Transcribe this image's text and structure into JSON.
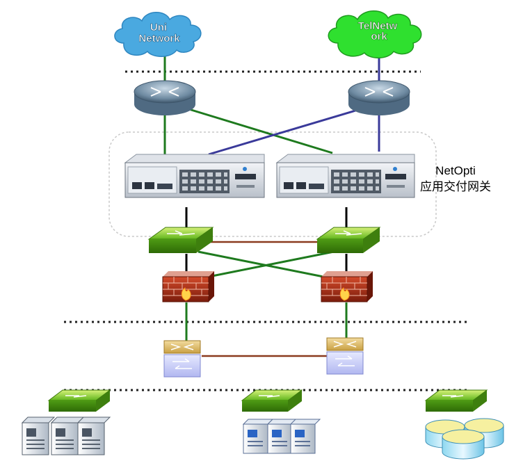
{
  "clouds": {
    "left": {
      "line1": "Uni",
      "line2": "Network",
      "color": "#4aa9e0"
    },
    "right": {
      "line1": "TelNetw",
      "line2": "ork",
      "color": "#2fe02f"
    }
  },
  "appliance_label": {
    "line1": "NetOpti",
    "line2": "应用交付网关"
  },
  "colors": {
    "green_link": "#1e7a1e",
    "blue_link": "#3a3a9a",
    "brown_link": "#8a3a1e",
    "black_link": "#000000",
    "dotted": "#222222"
  }
}
